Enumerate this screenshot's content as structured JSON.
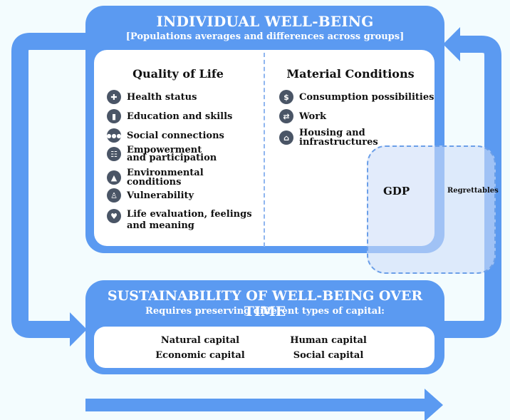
{
  "individual": {
    "title": "INDIVIDUAL WELL-BEING",
    "subtitle": "[Populations averages and differences across groups]"
  },
  "quality_of_life": {
    "heading": "Quality of Life",
    "items": [
      {
        "label": "Health status",
        "icon": "health-icon"
      },
      {
        "label": "Education and skills",
        "icon": "book-icon"
      },
      {
        "label": "Social connections",
        "icon": "people-icon"
      },
      {
        "label": "Empowerment and participation",
        "icon": "empowerment-icon"
      },
      {
        "label": "Environmental conditions",
        "icon": "tree-icon"
      },
      {
        "label": "Vulnerability",
        "icon": "vulnerability-icon"
      },
      {
        "label": "Life evaluation, feelings and meaning",
        "icon": "heart-icon"
      }
    ]
  },
  "material_conditions": {
    "heading": "Material Conditions",
    "items": [
      {
        "label": "Consumption possibilities",
        "icon": "money-icon"
      },
      {
        "label": "Work",
        "icon": "work-icon"
      },
      {
        "label": "Housing and infrastructures",
        "icon": "house-icon"
      }
    ]
  },
  "gdp": {
    "label": "GDP",
    "regrettables": "Regrettables"
  },
  "sustainability": {
    "title": "SUSTAINABILITY OF WELL-BEING OVER TIME",
    "subtitle": "Requires preserving different types of capital:",
    "capitals": {
      "natural": "Natural capital",
      "human": "Human capital",
      "economic": "Economic capital",
      "social": "Social capital"
    }
  },
  "colors": {
    "arrow": "#5b9af1",
    "box": "#5b9af1",
    "icon": "#4a5566",
    "gdp_fill": "#cedef8",
    "gdp_border": "#6b9fe8",
    "background": "#f3fcfe"
  }
}
